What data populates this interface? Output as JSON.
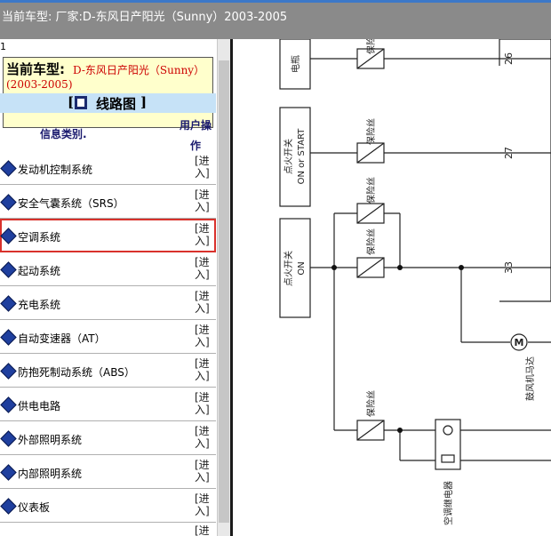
{
  "window": {
    "title": "当前车型:   厂家:D-东风日产阳光（Sunny）2003-2005"
  },
  "left_panel": {
    "page_number": "1",
    "current_model_label": "当前车型:",
    "current_model_value_line1": "D-东风日产阳光（Sunny）",
    "current_model_value_line2": "(2003-2005)",
    "section_title_prefix": "[",
    "section_title": "线路图",
    "section_title_suffix": "]",
    "column_category": "信息类别.",
    "column_action_line1": "用户操",
    "column_action_line2": "作",
    "enter_line1": "[进",
    "enter_line2": "入]",
    "items": [
      {
        "label": "发动机控制系统"
      },
      {
        "label": "安全气囊系统（SRS）"
      },
      {
        "label": "空调系统"
      },
      {
        "label": "起动系统"
      },
      {
        "label": "充电系统"
      },
      {
        "label": "自动变速器（AT）"
      },
      {
        "label": "防抱死制动系统（ABS）"
      },
      {
        "label": "供电电路"
      },
      {
        "label": "外部照明系统"
      },
      {
        "label": "内部照明系统"
      },
      {
        "label": "仪表板"
      },
      {
        "label": ""
      }
    ],
    "partial_enter": "[进"
  },
  "diagram": {
    "box1": "电瓶",
    "box2_line1": "点火开关",
    "box2_line2": "ON or START",
    "box3_line1": "点火开关",
    "box3_line2": "ON",
    "fuse_label": "保险丝",
    "wire_26": "26",
    "wire_27": "27",
    "wire_33": "33",
    "motor_label": "鼓风机马达",
    "motor_symbol": "M",
    "relay_label": "空调继电器"
  }
}
